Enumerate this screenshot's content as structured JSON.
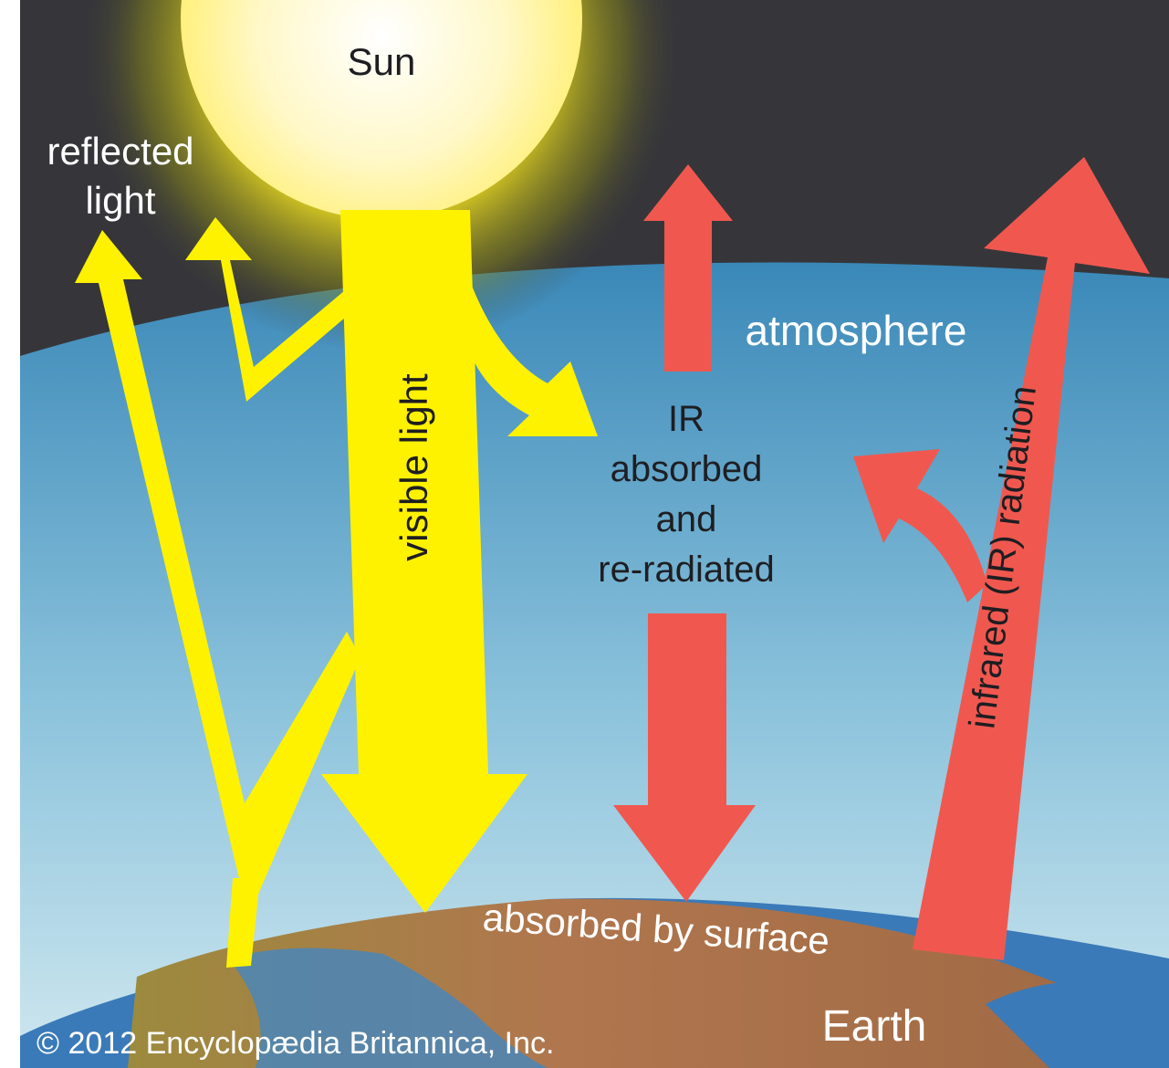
{
  "diagram": {
    "labels": {
      "sun": "Sun",
      "reflected_line1": "reflected",
      "reflected_line2": "light",
      "visible_light": "visible light",
      "atmosphere": "atmosphere",
      "ir_line1": "IR",
      "ir_line2": "absorbed",
      "ir_line3": "and",
      "ir_line4": "re-radiated",
      "infrared": "infrared (IR) radiation",
      "absorbed_surface": "absorbed by surface",
      "earth": "Earth",
      "copyright": "© 2012 Encyclopædia Britannica, Inc."
    },
    "colors": {
      "space": "#36363a",
      "atmosphere_top": "#3a88b8",
      "atmosphere_bottom": "#c8e4ee",
      "visible_light": "#fff200",
      "infrared": "#f0584f",
      "land": "#b0764e",
      "ocean": "#3a7ab8",
      "label_dark": "#1e1e22",
      "label_light": "#ffffff"
    }
  }
}
